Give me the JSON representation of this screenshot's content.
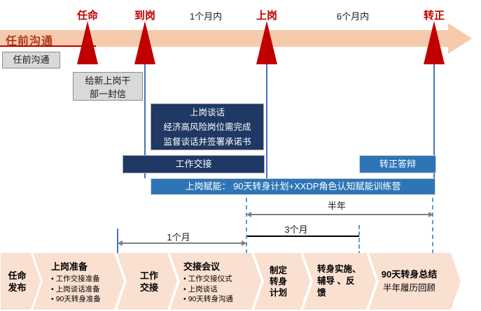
{
  "timeline": {
    "band_label": "任前沟通",
    "milestones": [
      {
        "label": "任命"
      },
      {
        "label": "到岗"
      },
      {
        "label": "上岗"
      },
      {
        "label": "转正"
      }
    ],
    "durations": [
      {
        "label": "1个月内"
      },
      {
        "label": "6个月内"
      }
    ]
  },
  "boxes": {
    "pre_communication": "任前沟通",
    "letter_lines": [
      "给新上岗干",
      "部一封信"
    ],
    "talk_lines": [
      "上岗谈话",
      "经济高风险岗位需完成",
      "监督谈话并签署承诺书"
    ],
    "handover": "工作交接",
    "defense": "转正答辩",
    "empower": "上岗赋能： 90天转身计划+XXDP角色认知赋能训练营"
  },
  "measures": {
    "half_year": "半年",
    "three_months": "3个月",
    "one_month": "1个月"
  },
  "process": [
    {
      "title_lines": [
        "任命",
        "发布"
      ]
    },
    {
      "title": "上岗准备",
      "bullets": [
        "工作交接准备",
        "上岗谈话准备",
        "90天转身准备"
      ]
    },
    {
      "title_lines": [
        "工作",
        "交接"
      ]
    },
    {
      "title": "交接会议",
      "bullets": [
        "工作交接仪式",
        "上岗谈话",
        "90天转身沟通"
      ]
    },
    {
      "title_lines": [
        "制定",
        "转身",
        "计划"
      ]
    },
    {
      "title_lines": [
        "转身实施、",
        "辅导 、反",
        "馈"
      ]
    },
    {
      "title": "90天转身总结",
      "subtitle": "半年履历回顾"
    }
  ],
  "glyphs": {
    "bullet": "•"
  },
  "colors": {
    "accent_red": "#C00000",
    "band_fill": "#F6CBAD",
    "band_text": "#B03A17",
    "navy": "#1F3864",
    "blue": "#2E75B6",
    "line_blue": "#4472C4",
    "dash_blue": "#5B9BD5",
    "gray_box": "#D9D9D9",
    "chevron_fill": "#FAE0D0",
    "arrow_gray": "#808080"
  }
}
